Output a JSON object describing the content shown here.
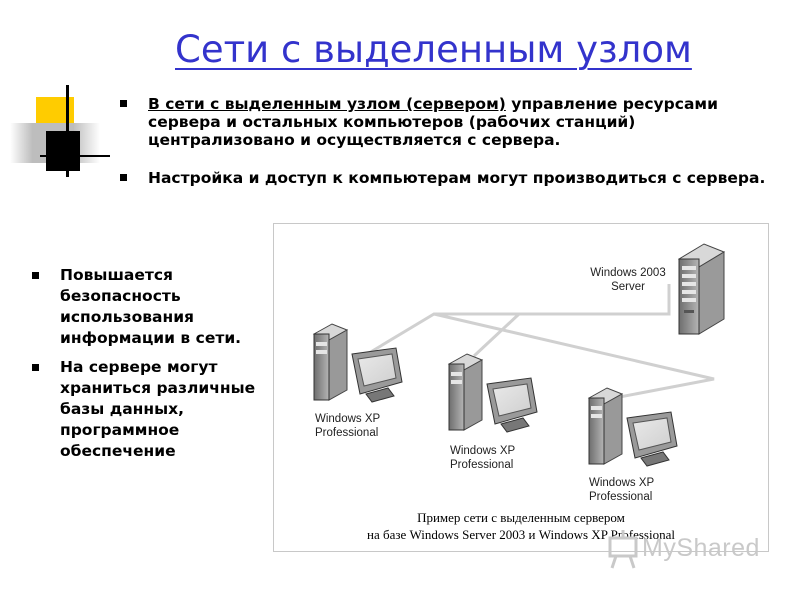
{
  "slide": {
    "title": "Сети с выделенным узлом",
    "top_bullets": [
      {
        "link_text": "В сети с выделенным узлом (сервером)",
        "text": " управление ресурсами сервера и остальных компьютеров (рабочих станций) централизовано и осуществляется с сервера."
      },
      {
        "text": "Настройка и доступ к компьютерам могут производиться с  сервера."
      }
    ],
    "left_bullets": [
      "Повышается безопасность использования информации в сети.",
      "На сервере могут храниться различные базы данных, программное обеспечение"
    ]
  },
  "diagram": {
    "server_label": [
      "Windows 2003",
      "Server"
    ],
    "workstation_labels": [
      [
        "Windows XP",
        "Professional"
      ],
      [
        "Windows XP",
        "Professional"
      ],
      [
        "Windows XP",
        "Professional"
      ]
    ],
    "caption": [
      "Пример сети с выделенным сервером",
      "на базе Windows Server 2003 и Windows XP Professional"
    ]
  },
  "watermark": {
    "text": "MyShared"
  },
  "colors": {
    "title": "#3333cc",
    "accent_yellow": "#ffcc00"
  }
}
